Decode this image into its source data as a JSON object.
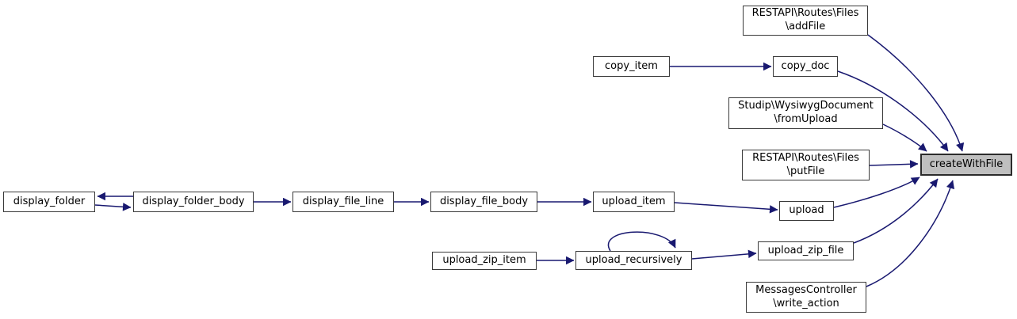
{
  "colors": {
    "background": "#ffffff",
    "arrow": "#191970",
    "node_border": "#3a3a3a",
    "node_fill": "#ffffff",
    "node_text": "#000000",
    "highlight_fill": "#bfbfbf",
    "highlight_border": "#2b2b2b"
  },
  "nodes": {
    "display_folder": {
      "label": "display_folder"
    },
    "display_folder_body": {
      "label": "display_folder_body"
    },
    "display_file_line": {
      "label": "display_file_line"
    },
    "display_file_body": {
      "label": "display_file_body"
    },
    "upload_item": {
      "label": "upload_item"
    },
    "upload": {
      "label": "upload"
    },
    "copy_item": {
      "label": "copy_item"
    },
    "copy_doc": {
      "label": "copy_doc"
    },
    "add_file": {
      "lines": [
        "RESTAPI\\Routes\\Files",
        "\\addFile"
      ]
    },
    "from_upload": {
      "lines": [
        "Studip\\WysiwygDocument",
        "\\fromUpload"
      ]
    },
    "put_file": {
      "lines": [
        "RESTAPI\\Routes\\Files",
        "\\putFile"
      ]
    },
    "upload_zip_item": {
      "label": "upload_zip_item"
    },
    "upload_recursively": {
      "label": "upload_recursively"
    },
    "upload_zip_file": {
      "label": "upload_zip_file"
    },
    "write_action": {
      "lines": [
        "MessagesController",
        "\\write_action"
      ]
    },
    "create_with_file": {
      "label": "createWithFile"
    }
  }
}
